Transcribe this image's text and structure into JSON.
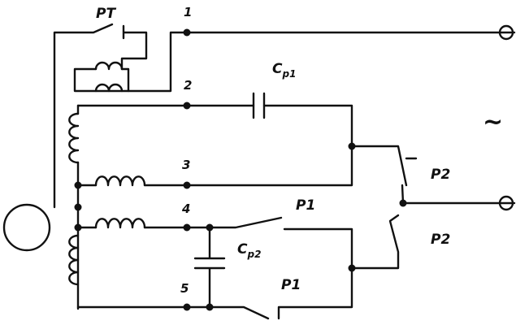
{
  "labels": {
    "thermal_relay": "PT",
    "node_1": "1",
    "node_2": "2",
    "node_3": "3",
    "node_4": "4",
    "node_5": "5",
    "cap1_main": "C",
    "cap1_sub": "p1",
    "cap2_main": "C",
    "cap2_sub": "p2",
    "relay_p1_upper": "P1",
    "relay_p1_lower": "P1",
    "relay_p2_upper": "P2",
    "relay_p2_lower": "P2",
    "ac_symbol": "~"
  }
}
